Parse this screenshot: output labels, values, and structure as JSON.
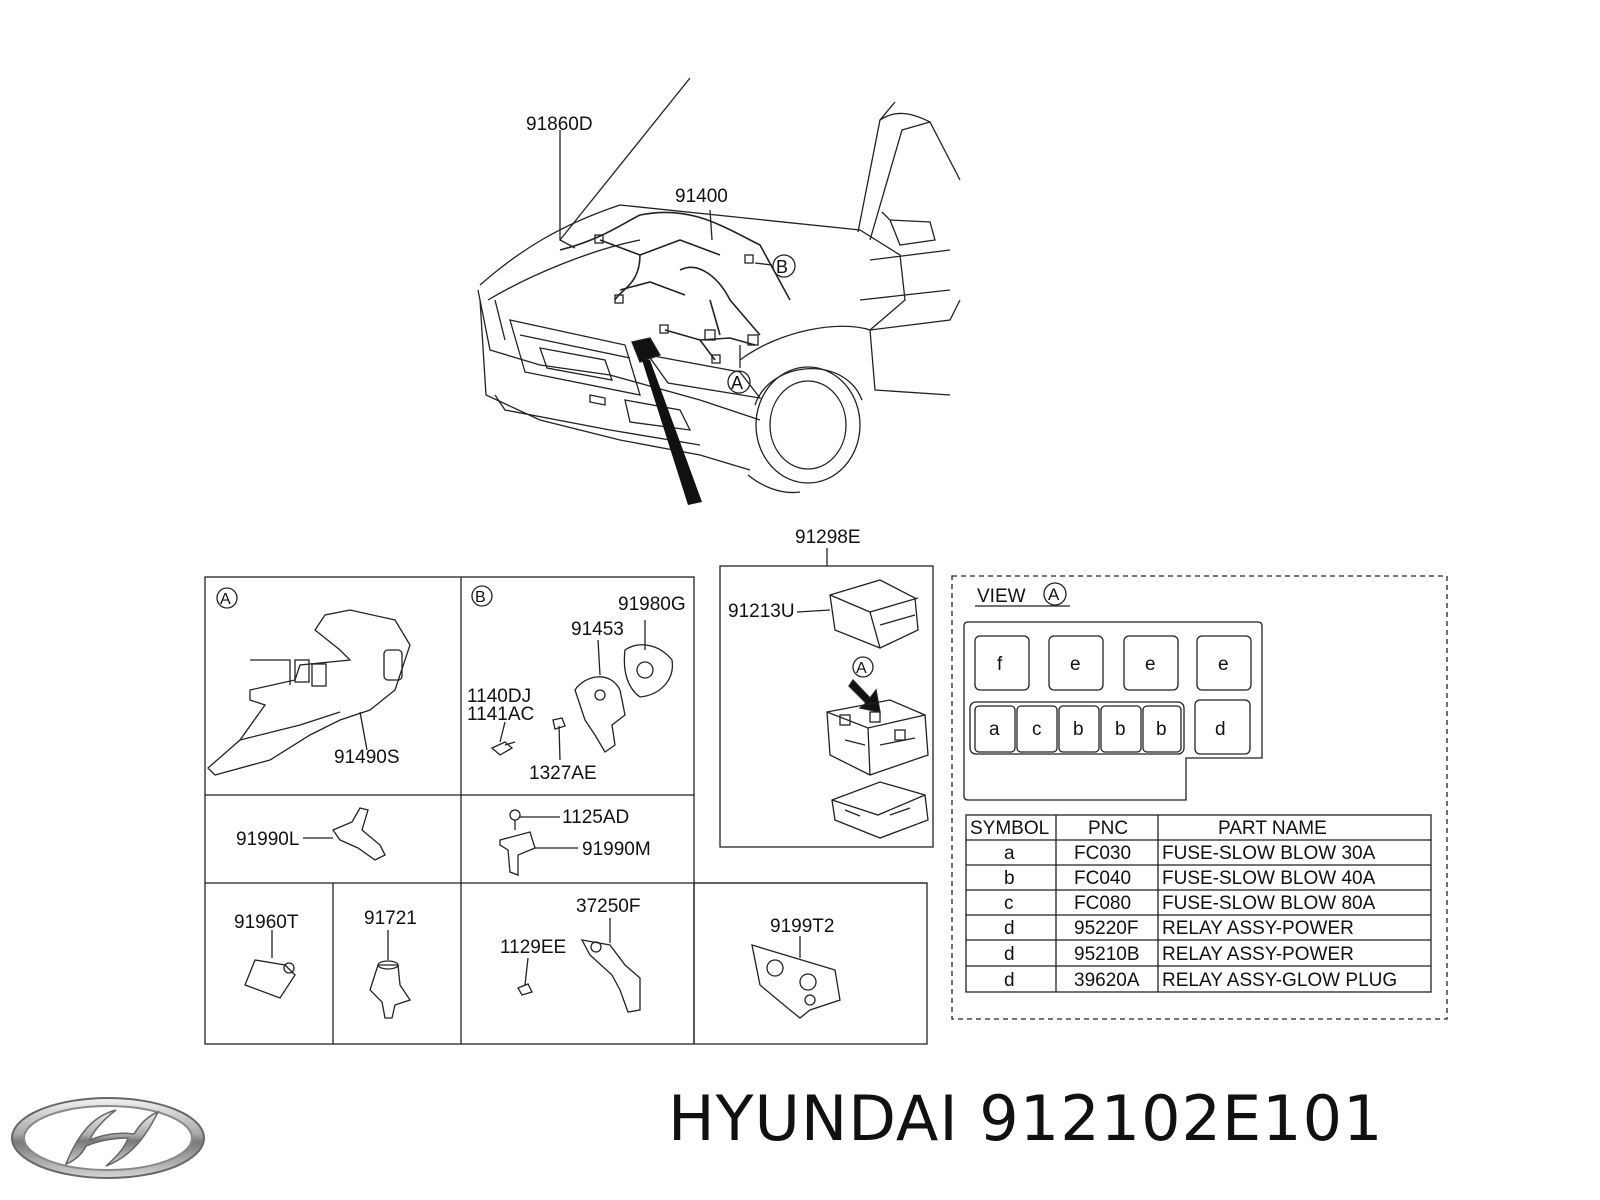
{
  "labels": {
    "main": [
      "91860D",
      "91400"
    ],
    "callout_a": "A",
    "callout_b": "B",
    "assy_top": "91298E",
    "assy_sub": "91213U",
    "panelA_letter": "A",
    "panelA_part": "91490S",
    "panelB_letter": "B",
    "panelB_parts": [
      "91980G",
      "91453",
      "1140DJ",
      "1141AC",
      "1327AE"
    ],
    "row2_left": "91990L",
    "row2_right": [
      "1125AD",
      "91990M"
    ],
    "row3": [
      "91960T",
      "91721",
      "37250F",
      "1129EE",
      "9199T2"
    ],
    "view_title": "VIEW",
    "view_letter": "A"
  },
  "fuse_box": {
    "top_row": [
      "f",
      "e",
      "e",
      "e"
    ],
    "bottom_row": [
      "a",
      "c",
      "b",
      "b",
      "b"
    ],
    "relay": "d"
  },
  "table": {
    "headers": [
      "SYMBOL",
      "PNC",
      "PART NAME"
    ],
    "rows": [
      [
        "a",
        "FC030",
        "FUSE-SLOW BLOW 30A"
      ],
      [
        "b",
        "FC040",
        "FUSE-SLOW BLOW 40A"
      ],
      [
        "c",
        "FC080",
        "FUSE-SLOW BLOW 80A"
      ],
      [
        "d",
        "95220F",
        "RELAY ASSY-POWER"
      ],
      [
        "d",
        "95210B",
        "RELAY ASSY-POWER"
      ],
      [
        "d",
        "39620A",
        "RELAY ASSY-GLOW PLUG"
      ]
    ]
  },
  "footer": {
    "brand_text": "HYUNDAI 912102E101"
  },
  "logo_icon": "hyundai-logo-icon"
}
